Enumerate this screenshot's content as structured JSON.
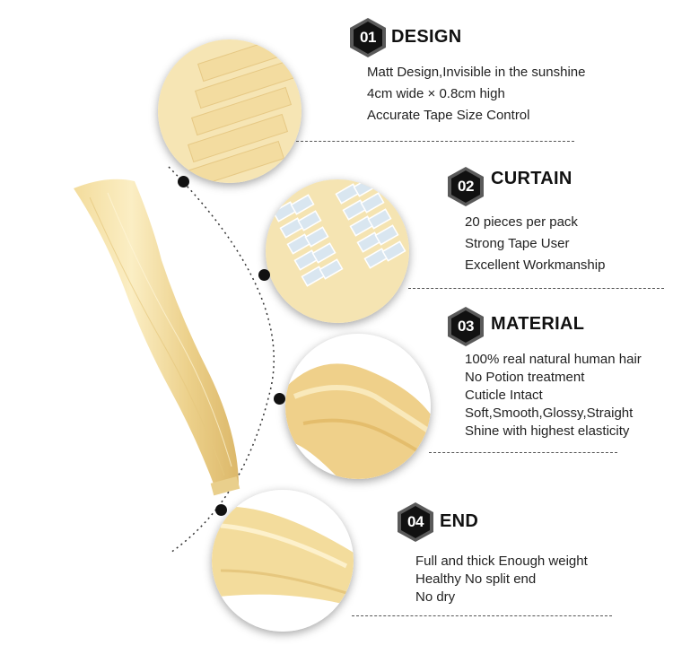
{
  "sections": [
    {
      "number": "01",
      "title": "DESIGN",
      "lines": [
        "Matt Design,Invisible in the sunshine",
        "4cm wide × 0.8cm high",
        "Accurate Tape Size Control"
      ]
    },
    {
      "number": "02",
      "title": "CURTAIN",
      "lines": [
        "20 pieces per pack",
        "Strong Tape User",
        "Excellent Workmanship"
      ]
    },
    {
      "number": "03",
      "title": "MATERIAL",
      "lines": [
        "100% real natural human hair",
        "No Potion treatment",
        "Cuticle Intact",
        "Soft,Smooth,Glossy,Straight",
        "Shine with highest elasticity"
      ]
    },
    {
      "number": "04",
      "title": "END",
      "lines": [
        "Full and thick  Enough weight",
        "Healthy  No split end",
        "No dry"
      ]
    }
  ],
  "colors": {
    "hair_light": "#f8e6b0",
    "hair_mid": "#efd28c",
    "hair_dark": "#e2bc6c",
    "badge_dark": "#111111",
    "dash": "#555555"
  }
}
